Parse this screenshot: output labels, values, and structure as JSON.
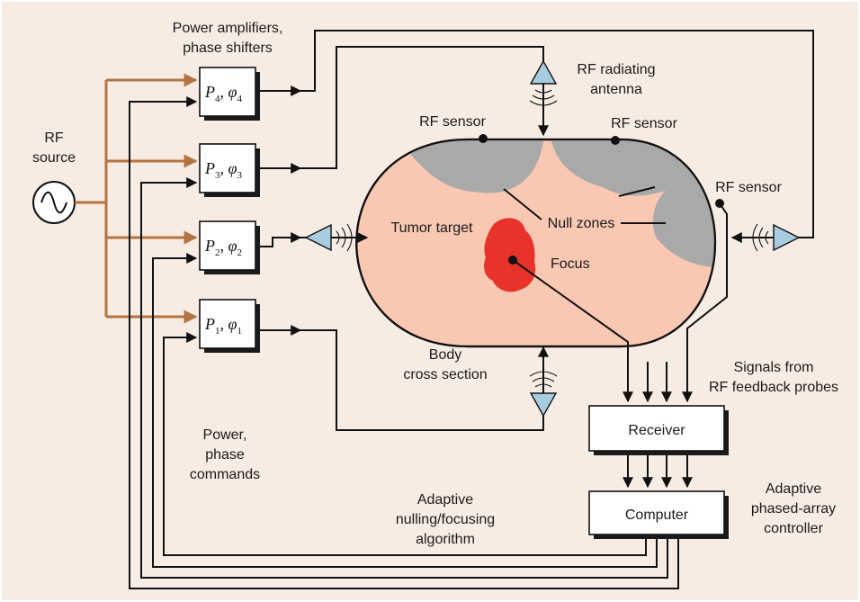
{
  "labels": {
    "amplifiers_line1": "Power amplifiers,",
    "amplifiers_line2": "phase shifters",
    "rf_source_line1": "RF",
    "rf_source_line2": "source",
    "rf_antenna_line1": "RF radiating",
    "rf_antenna_line2": "antenna",
    "rf_sensor": "RF sensor",
    "tumor_target": "Tumor target",
    "null_zones": "Null zones",
    "focus": "Focus",
    "body_line1": "Body",
    "body_line2": "cross section",
    "signals_line1": "Signals from",
    "signals_line2": "RF feedback probes",
    "receiver": "Receiver",
    "computer": "Computer",
    "controller_line1": "Adaptive",
    "controller_line2": "phased-array",
    "controller_line3": "controller",
    "commands_line1": "Power,",
    "commands_line2": "phase",
    "commands_line3": "commands",
    "algorithm_line1": "Adaptive",
    "algorithm_line2": "nulling/focusing",
    "algorithm_line3": "algorithm"
  },
  "modules": [
    {
      "p": "P",
      "p_sub": "4",
      "phi": "φ",
      "phi_sub": "4"
    },
    {
      "p": "P",
      "p_sub": "3",
      "phi": "φ",
      "phi_sub": "3"
    },
    {
      "p": "P",
      "p_sub": "2",
      "phi": "φ",
      "phi_sub": "2"
    },
    {
      "p": "P",
      "p_sub": "1",
      "phi": "φ",
      "phi_sub": "1"
    }
  ],
  "colors": {
    "background": "#f7ece4",
    "body": "#f9c8b3",
    "null_zone": "#a9a9a9",
    "focus": "#e8332a",
    "rf_line": "#b5733f",
    "antenna": "#a9cde0"
  }
}
